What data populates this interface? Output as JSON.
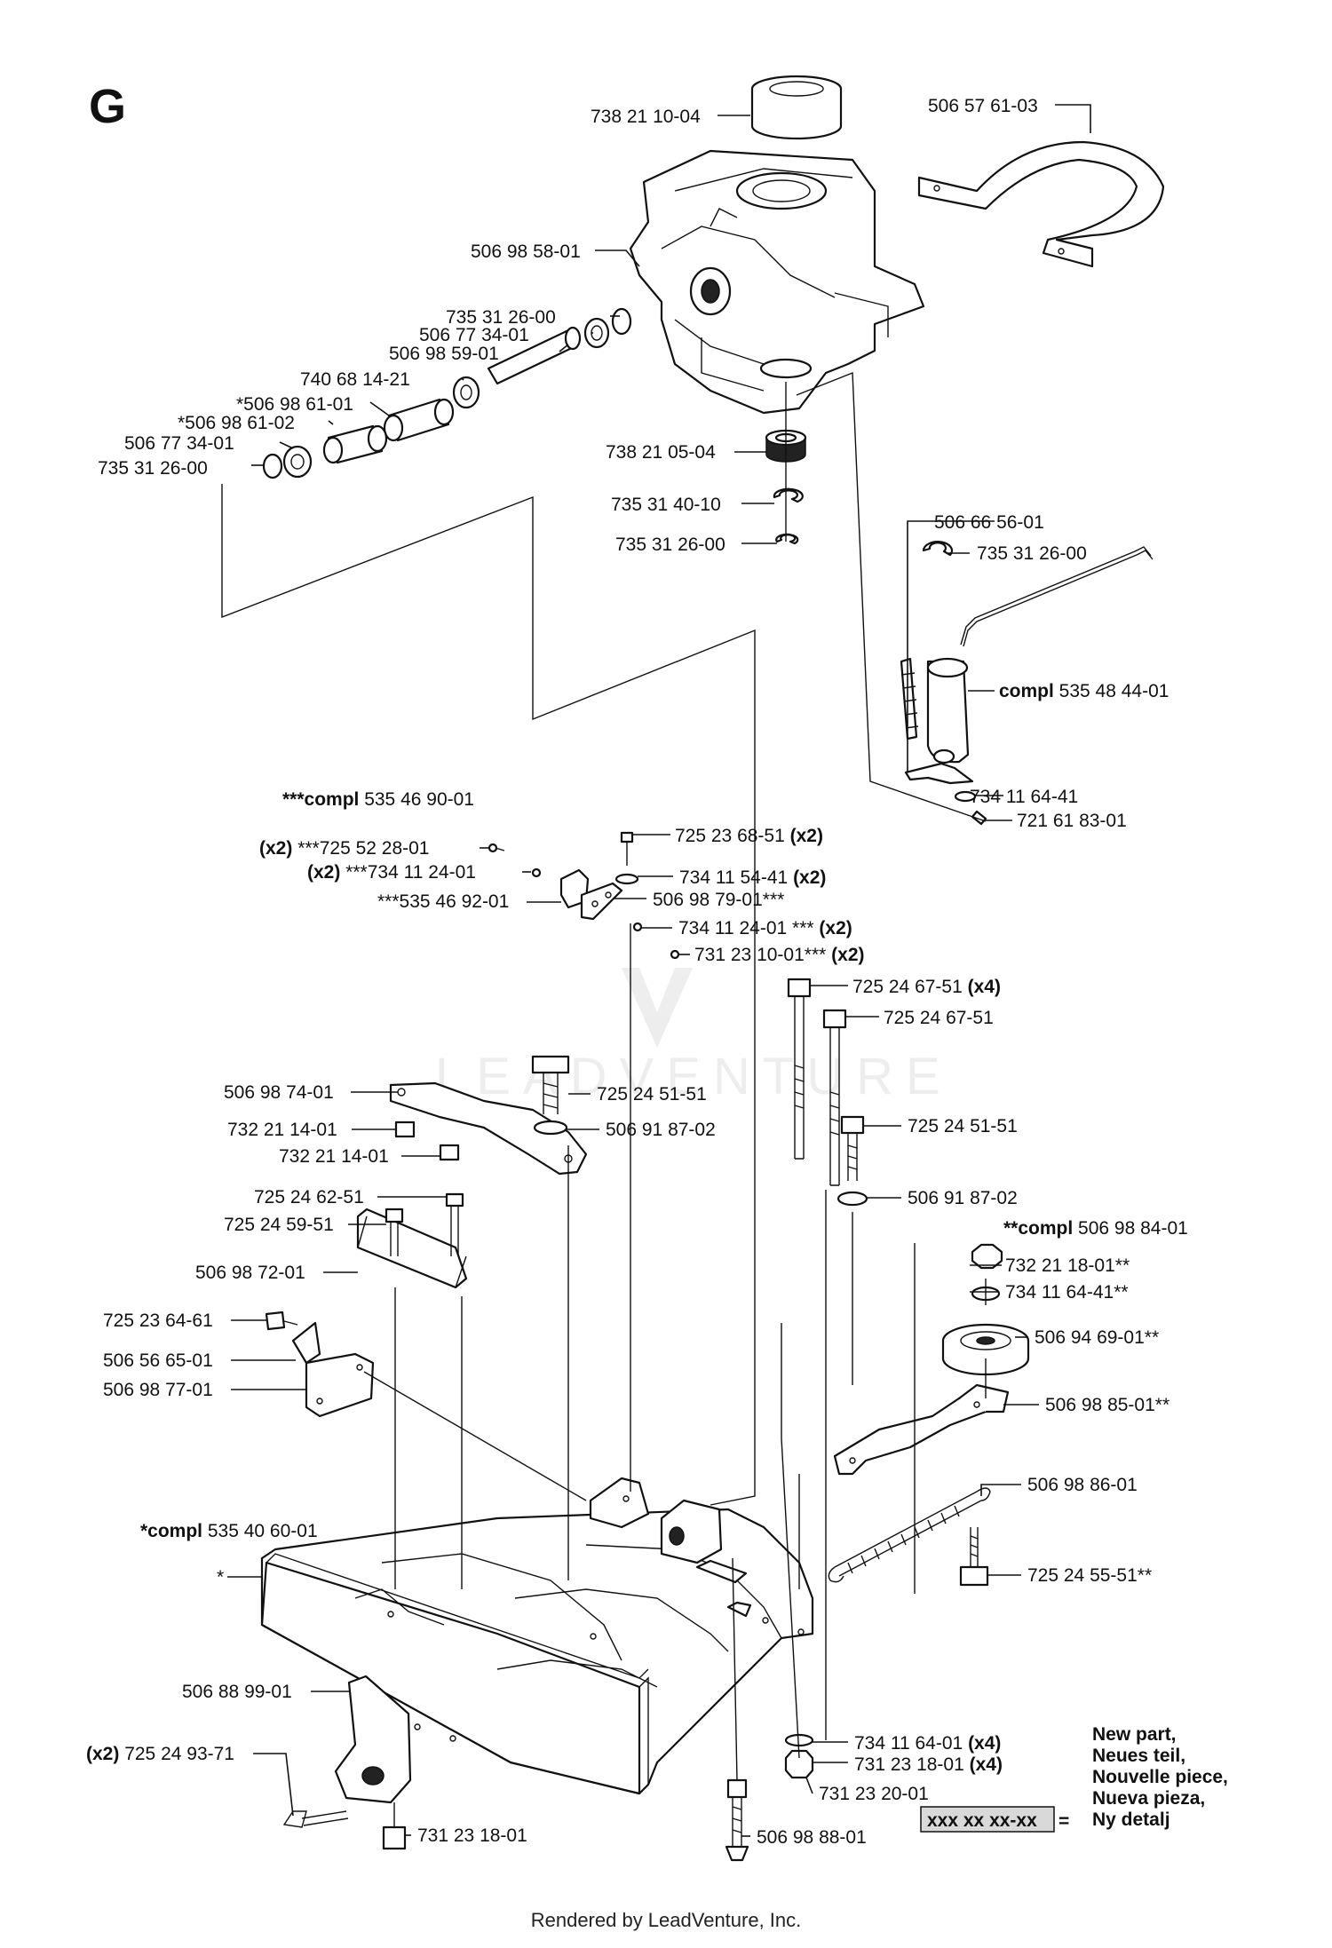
{
  "section": "G",
  "watermark": "LEADVENTURE",
  "footer": "Rendered by LeadVenture, Inc.",
  "legend": {
    "sample": "xxx xx xx-xx",
    "equals": "=",
    "lines": [
      "New part,",
      "Neues teil,",
      "Nouvelle piece,",
      "Nueva pieza,",
      "Ny detalj"
    ]
  },
  "labels": [
    {
      "id": "l1",
      "pre": "",
      "text": "738 21 10-04",
      "post": ""
    },
    {
      "id": "l2",
      "pre": "",
      "text": "506 57 61-03",
      "post": ""
    },
    {
      "id": "l3",
      "pre": "",
      "text": "506 98 58-01",
      "post": ""
    },
    {
      "id": "l4",
      "pre": "",
      "text": "735 31 26-00",
      "post": ""
    },
    {
      "id": "l5",
      "pre": "",
      "text": "506 77 34-01",
      "post": ""
    },
    {
      "id": "l6",
      "pre": "",
      "text": "506 98 59-01",
      "post": ""
    },
    {
      "id": "l7",
      "pre": "",
      "text": "740 68 14-21",
      "post": ""
    },
    {
      "id": "l8",
      "pre": "",
      "text": "*506 98 61-01",
      "post": ""
    },
    {
      "id": "l9",
      "pre": "",
      "text": "*506 98 61-02",
      "post": ""
    },
    {
      "id": "l10",
      "pre": "",
      "text": "506 77 34-01",
      "post": ""
    },
    {
      "id": "l11",
      "pre": "",
      "text": "735 31 26-00",
      "post": ""
    },
    {
      "id": "l12",
      "pre": "",
      "text": "738 21 05-04",
      "post": ""
    },
    {
      "id": "l13",
      "pre": "",
      "text": "735 31 40-10",
      "post": ""
    },
    {
      "id": "l14",
      "pre": "",
      "text": "735 31 26-00",
      "post": ""
    },
    {
      "id": "l15",
      "pre": "",
      "text": "506 66 56-01",
      "post": ""
    },
    {
      "id": "l16",
      "pre": "",
      "text": "735 31 26-00",
      "post": ""
    },
    {
      "id": "l17",
      "pre": "compl",
      "text": " 535 48 44-01",
      "post": ""
    },
    {
      "id": "l18",
      "pre": "***compl",
      "text": " 535 46 90-01",
      "post": ""
    },
    {
      "id": "l19",
      "pre": "",
      "text": "734 11 64-41",
      "post": ""
    },
    {
      "id": "l20",
      "pre": "",
      "text": "721 61 83-01",
      "post": ""
    },
    {
      "id": "l21",
      "pre": "(x2)",
      "text": " ***725 52 28-01",
      "post": ""
    },
    {
      "id": "l22",
      "pre": "",
      "text": "725 23 68-51 ",
      "post": "(x2)"
    },
    {
      "id": "l23",
      "pre": "(x2)",
      "text": " ***734 11 24-01",
      "post": ""
    },
    {
      "id": "l24",
      "pre": "",
      "text": "734 11 54-41 ",
      "post": "(x2)"
    },
    {
      "id": "l25",
      "pre": "",
      "text": "***535 46 92-01",
      "post": ""
    },
    {
      "id": "l26",
      "pre": "",
      "text": "506 98 79-01***",
      "post": ""
    },
    {
      "id": "l27",
      "pre": "",
      "text": "734 11 24-01 *** ",
      "post": "(x2)"
    },
    {
      "id": "l28",
      "pre": "",
      "text": "731 23 10-01*** ",
      "post": "(x2)"
    },
    {
      "id": "l29",
      "pre": "",
      "text": "725 24 67-51 ",
      "post": "(x4)"
    },
    {
      "id": "l30",
      "pre": "",
      "text": "725 24 67-51",
      "post": ""
    },
    {
      "id": "l31",
      "pre": "",
      "text": "506 98 74-01",
      "post": ""
    },
    {
      "id": "l32",
      "pre": "",
      "text": "725 24 51-51",
      "post": ""
    },
    {
      "id": "l33",
      "pre": "",
      "text": "732 21 14-01",
      "post": ""
    },
    {
      "id": "l34",
      "pre": "",
      "text": "506 91 87-02",
      "post": ""
    },
    {
      "id": "l35",
      "pre": "",
      "text": "732 21 14-01",
      "post": ""
    },
    {
      "id": "l36",
      "pre": "",
      "text": "725 24 51-51",
      "post": ""
    },
    {
      "id": "l37",
      "pre": "",
      "text": "725 24 62-51",
      "post": ""
    },
    {
      "id": "l38",
      "pre": "",
      "text": "506 91 87-02",
      "post": ""
    },
    {
      "id": "l39",
      "pre": "",
      "text": "725 24 59-51",
      "post": ""
    },
    {
      "id": "l40",
      "pre": "**compl",
      "text": " 506 98 84-01",
      "post": ""
    },
    {
      "id": "l41",
      "pre": "",
      "text": "506 98 72-01",
      "post": ""
    },
    {
      "id": "l42",
      "pre": "",
      "text": "732 21 18-01**",
      "post": ""
    },
    {
      "id": "l43",
      "pre": "",
      "text": "734 11 64-41**",
      "post": ""
    },
    {
      "id": "l44",
      "pre": "",
      "text": "725 23 64-61",
      "post": ""
    },
    {
      "id": "l45",
      "pre": "",
      "text": "506 94 69-01**",
      "post": ""
    },
    {
      "id": "l46",
      "pre": "",
      "text": "506 56 65-01",
      "post": ""
    },
    {
      "id": "l47",
      "pre": "",
      "text": "506 98 77-01",
      "post": ""
    },
    {
      "id": "l48",
      "pre": "",
      "text": "506 98 85-01**",
      "post": ""
    },
    {
      "id": "l49",
      "pre": "",
      "text": "506 98 86-01",
      "post": ""
    },
    {
      "id": "l50",
      "pre": "*compl",
      "text": " 535 40 60-01",
      "post": ""
    },
    {
      "id": "l51",
      "pre": "",
      "text": "*",
      "post": ""
    },
    {
      "id": "l52",
      "pre": "",
      "text": "725 24 55-51**",
      "post": ""
    },
    {
      "id": "l53",
      "pre": "",
      "text": "506 88 99-01",
      "post": ""
    },
    {
      "id": "l54",
      "pre": "",
      "text": "734 11 64-01 ",
      "post": "(x4)"
    },
    {
      "id": "l55",
      "pre": "(x2)",
      "text": " 725 24 93-71",
      "post": ""
    },
    {
      "id": "l56",
      "pre": "",
      "text": "731 23 18-01 ",
      "post": "(x4)"
    },
    {
      "id": "l57",
      "pre": "",
      "text": "731 23 20-01",
      "post": ""
    },
    {
      "id": "l58",
      "pre": "",
      "text": "731 23 18-01",
      "post": ""
    },
    {
      "id": "l59",
      "pre": "",
      "text": "506 98 88-01",
      "post": ""
    }
  ]
}
